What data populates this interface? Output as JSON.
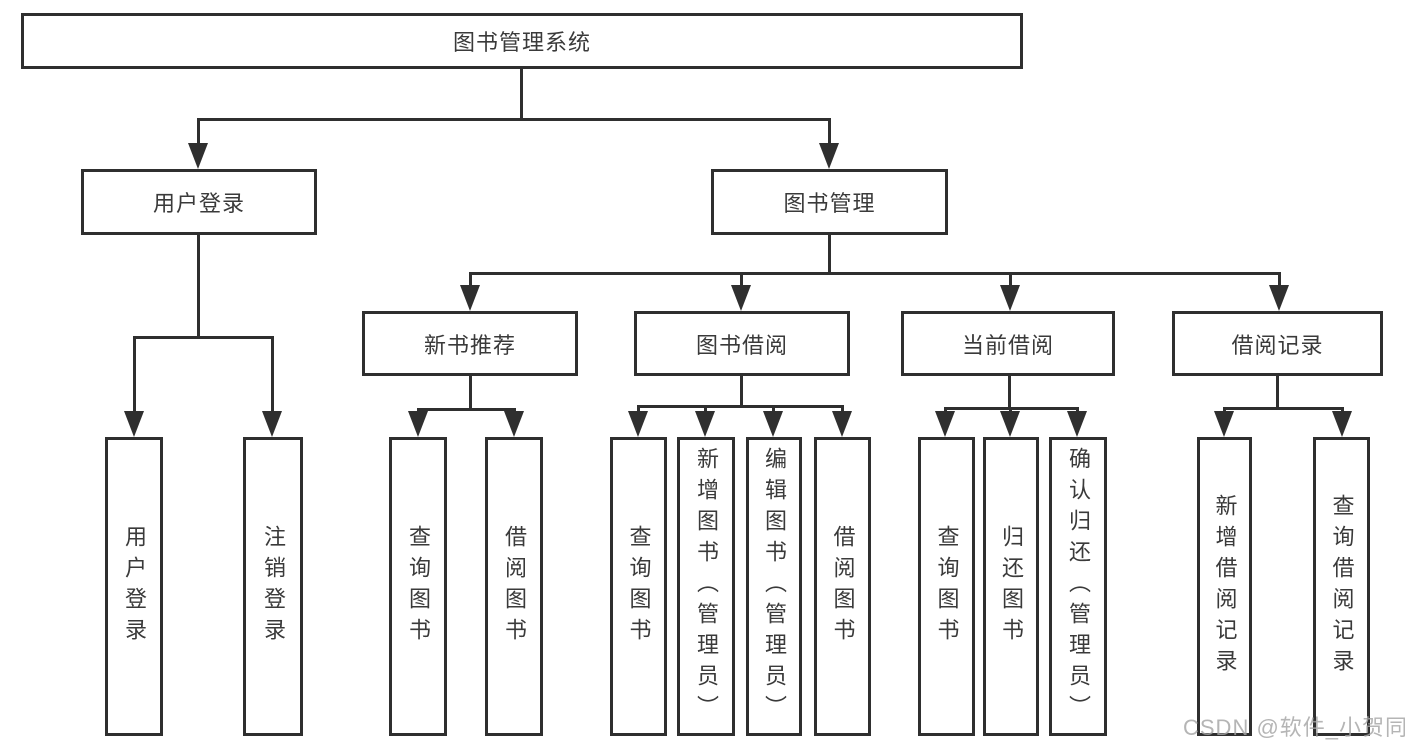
{
  "diagram_title": "图书管理系统",
  "nodes": {
    "root": "图书管理系统",
    "user_login": "用户登录",
    "book_mgmt": "图书管理",
    "new_book_rec": "新书推荐",
    "book_borrow": "图书借阅",
    "current_borrow": "当前借阅",
    "borrow_record": "借阅记录",
    "leaf_user_login": "用户登录",
    "leaf_logout": "注销登录",
    "leaf_nb_query_book": "查询图书",
    "leaf_nb_borrow_book": "借阅图书",
    "leaf_bb_query_book": "查询图书",
    "leaf_bb_add_book": "新增图书（管理员）",
    "leaf_bb_edit_book": "编辑图书（管理员）",
    "leaf_bb_borrow_book": "借阅图书",
    "leaf_cb_query_book": "查询图书",
    "leaf_cb_return_book": "归还图书",
    "leaf_cb_confirm_return": "确认归还（管理员）",
    "leaf_br_add_record": "新增借阅记录",
    "leaf_br_query_record": "查询借阅记录"
  },
  "watermark": "CSDN @软件_小贺同学",
  "colors": {
    "line": "#2f2f2f",
    "box_border": "#2f2f2f",
    "text": "#3a3a3a",
    "watermark": "#a5a5a5",
    "background": "#ffffff"
  }
}
